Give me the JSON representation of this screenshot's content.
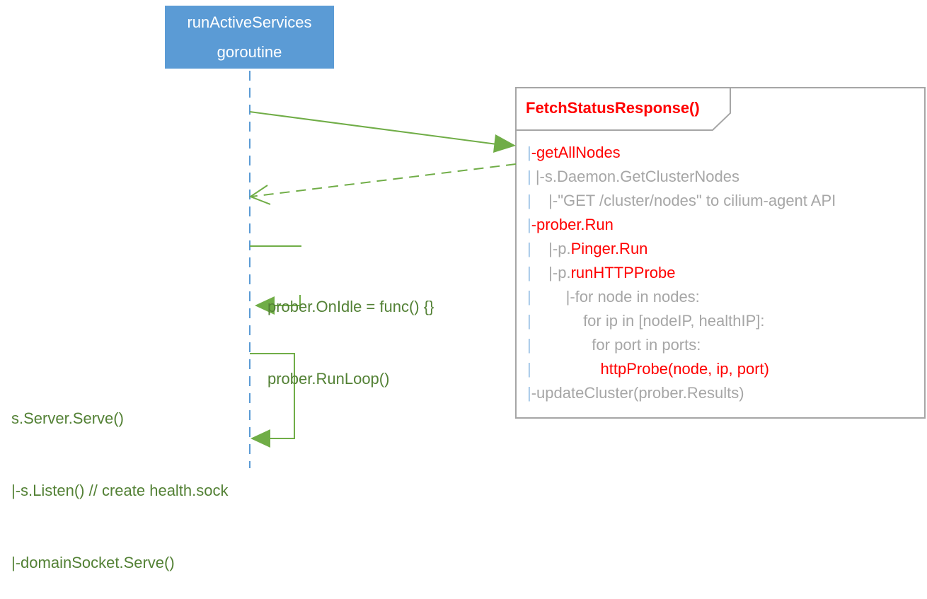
{
  "actor": {
    "line1": "runActiveServices",
    "line2": "goroutine",
    "fill": "#5b9bd5"
  },
  "frame": {
    "title": "FetchStatusResponse()",
    "lines": [
      {
        "bar": "|",
        "prefix": "-",
        "main": "getAllNodes",
        "main_color": "red"
      },
      {
        "bar": "|",
        "prefix": " |-s.Daemon.GetClusterNodes",
        "main": "",
        "main_color": "grey"
      },
      {
        "bar": "|",
        "prefix": "    |-\"GET /cluster/nodes\" to cilium-agent API",
        "main": "",
        "main_color": "grey"
      },
      {
        "bar": "|",
        "prefix": "-",
        "main": "prober.Run",
        "main_color": "red"
      },
      {
        "bar": "|",
        "prefix": "    |-p.",
        "main": "Pinger.Run",
        "main_color": "red"
      },
      {
        "bar": "|",
        "prefix": "    |-p.",
        "main": "runHTTPProbe",
        "main_color": "red"
      },
      {
        "bar": "|",
        "prefix": "        |-for node in nodes:",
        "main": "",
        "main_color": "grey"
      },
      {
        "bar": "|",
        "prefix": "            for ip in [nodeIP, healthIP]:",
        "main": "",
        "main_color": "grey"
      },
      {
        "bar": "|",
        "prefix": "              for port in ports:",
        "main": "",
        "main_color": "grey"
      },
      {
        "bar": "|",
        "prefix": "                ",
        "main": "httpProbe(node, ip, port)",
        "main_color": "red"
      },
      {
        "bar": "|",
        "prefix": "-updateCluster(prober.Results)",
        "main": "",
        "main_color": "grey"
      }
    ]
  },
  "messages": {
    "call_fetch": {
      "type": "sync",
      "label": ""
    },
    "return_fetch": {
      "type": "return",
      "label": ""
    },
    "self_prober": {
      "type": "self",
      "lines": [
        "prober.OnIdle = func() {}",
        "prober.RunLoop()"
      ]
    },
    "self_server": {
      "type": "self",
      "lines": [
        "s.Server.Serve()",
        "|-s.Listen() // create health.sock",
        "|-domainSocket.Serve()"
      ]
    }
  },
  "colors": {
    "arrow": "#70ad47",
    "lifeline": "#5b9bd5",
    "frame_border": "#a6a6a6",
    "highlight": "#ff0000",
    "note_text": "#538135",
    "muted_text": "#a6a6a6"
  }
}
